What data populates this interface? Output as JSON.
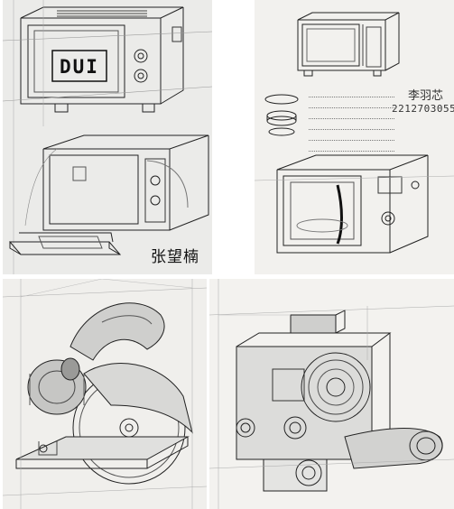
{
  "panels": [
    {
      "id": "microwave-sketch-1",
      "signature": "张望楠",
      "display_text": "DUI"
    },
    {
      "id": "microwave-sketch-2",
      "name": "李羽芯",
      "student_id": "2212703055"
    },
    {
      "id": "circular-saw-sketch"
    },
    {
      "id": "camera-sketch"
    }
  ]
}
